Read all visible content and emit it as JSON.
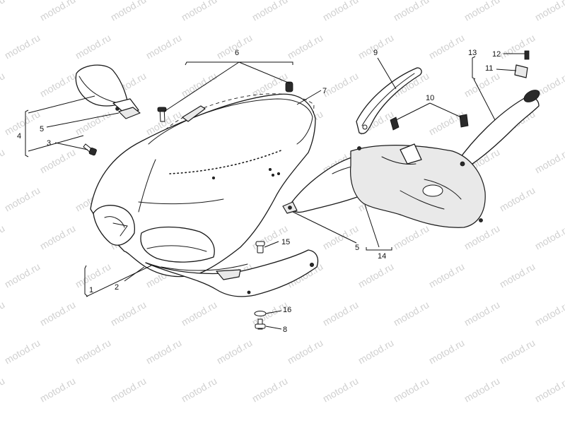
{
  "watermark": {
    "text": "motod.ru"
  },
  "callouts": {
    "c1": "1",
    "c2": "2",
    "c3": "3",
    "c4": "4",
    "c5a": "5",
    "c5b": "5",
    "c6": "6",
    "c7": "7",
    "c8": "8",
    "c9": "9",
    "c10": "10",
    "c11": "11",
    "c12": "12",
    "c13": "13",
    "c14": "14",
    "c15": "15",
    "c16": "16"
  }
}
